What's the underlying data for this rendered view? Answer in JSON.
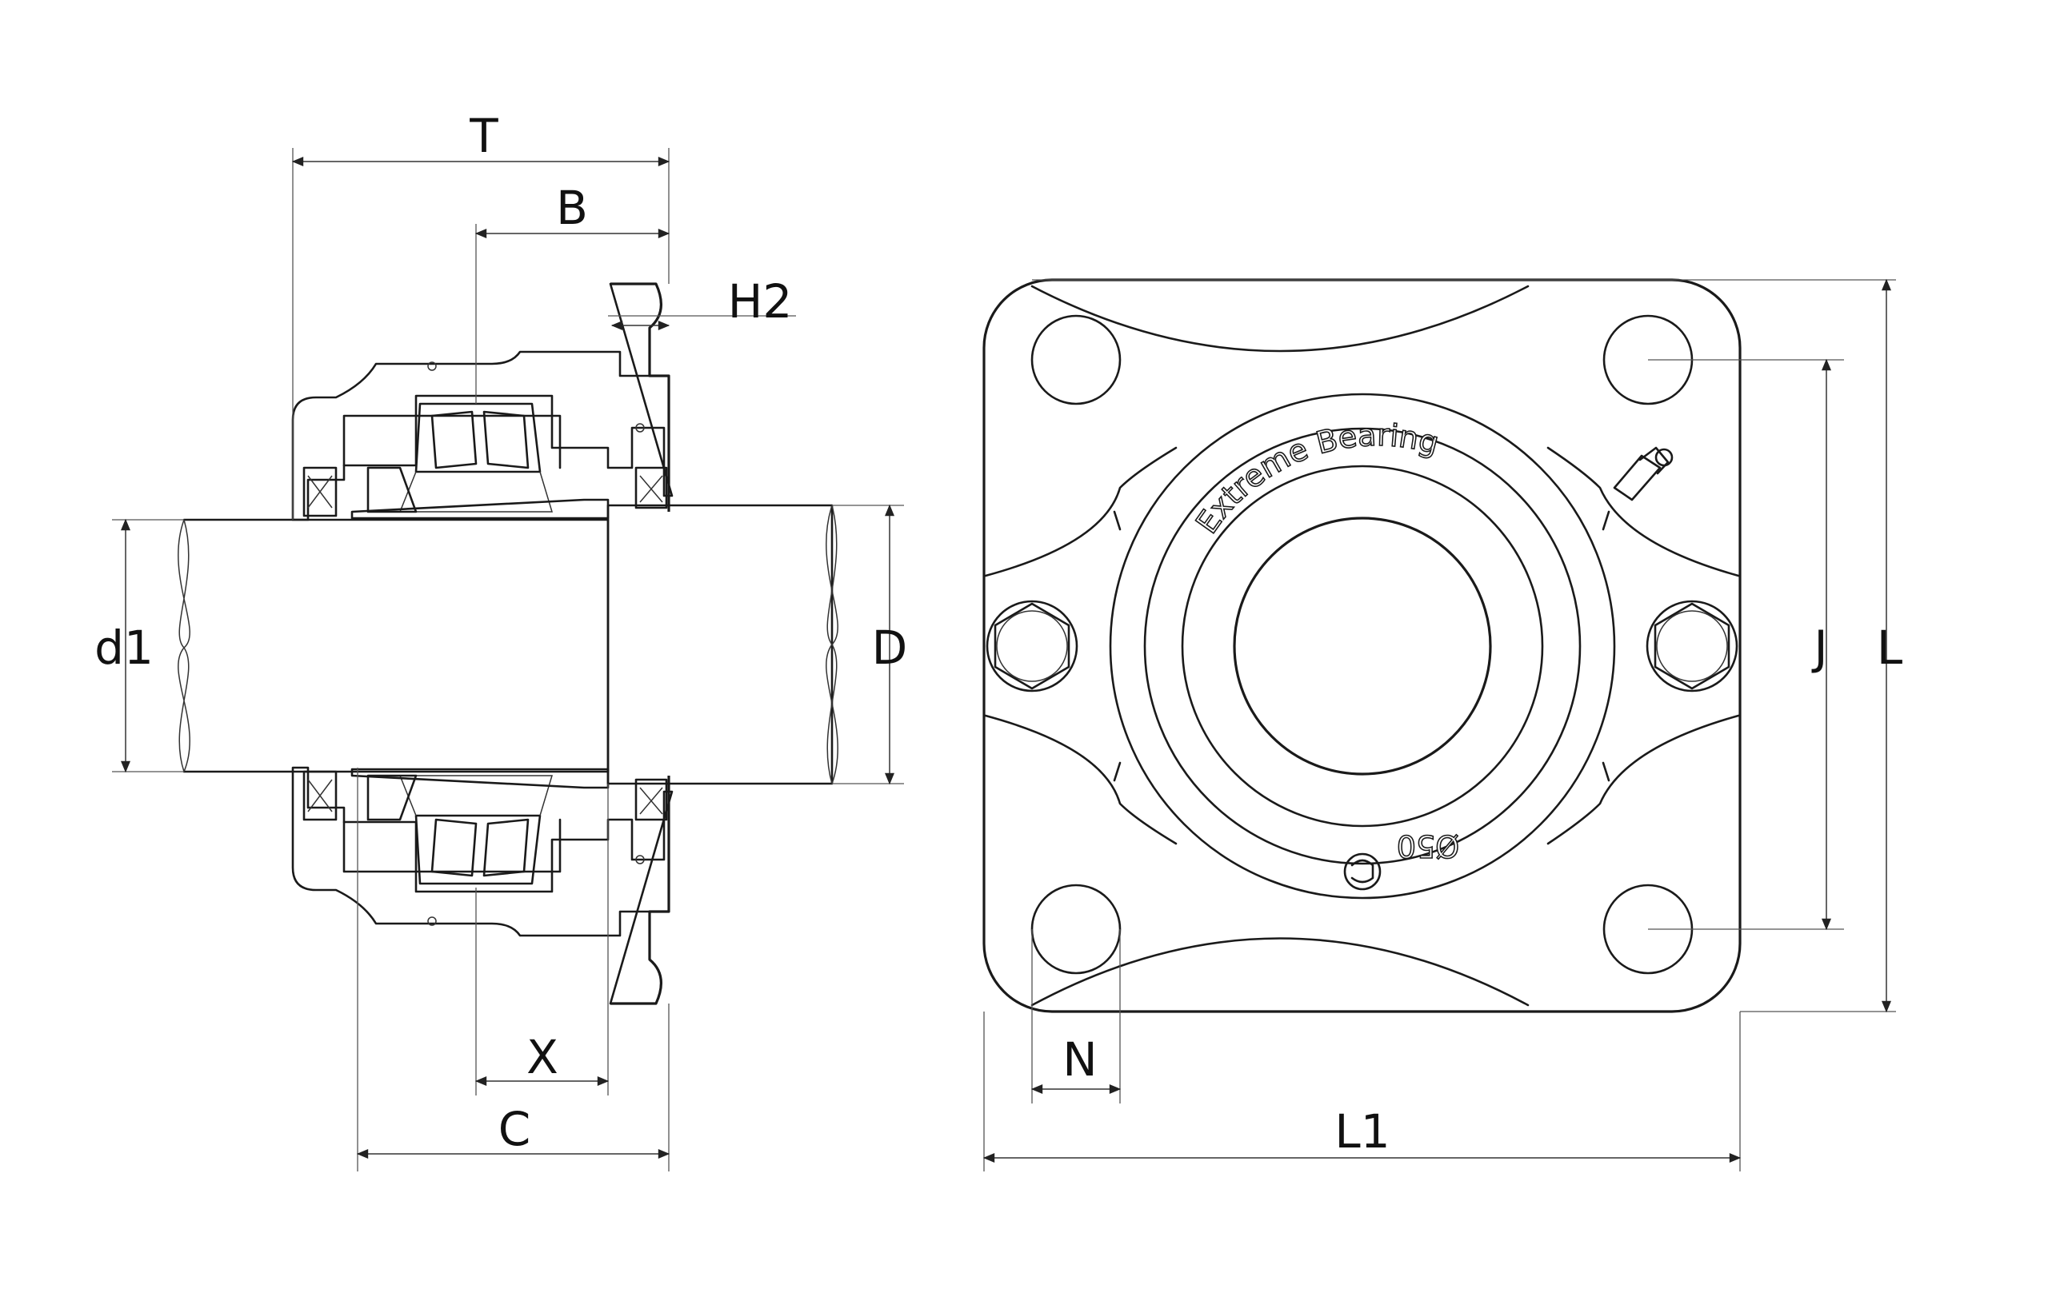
{
  "labels": {
    "T": "T",
    "B": "B",
    "H2": "H2",
    "d1": "d1",
    "D": "D",
    "X": "X",
    "C": "C",
    "N": "N",
    "L1": "L1",
    "J": "J",
    "L": "L"
  },
  "embossing": {
    "brand": "Extreme Bearing",
    "size": "Ø50"
  },
  "colors": {
    "line": "#1a1a1a",
    "background": "#ffffff"
  }
}
